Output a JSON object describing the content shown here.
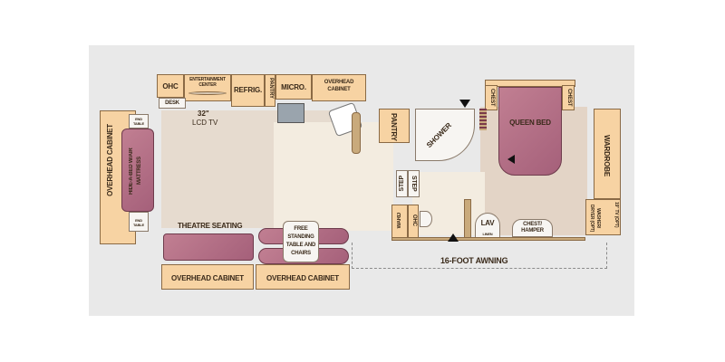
{
  "diagram": {
    "type": "RV fifth-wheel floor plan",
    "colors": {
      "background_panel": "#e9e9e9",
      "cabinet": "#f7d3a3",
      "cabinet_border": "#8a6a45",
      "bed_fabric": "#b06e86",
      "floor_living": "#e6dbcf",
      "floor_kitchen": "#f3ece0",
      "text": "#3a2a1a"
    },
    "labels": {
      "ohc": "OHC",
      "entertainment_center": "ENTERTAINMENT CENTER",
      "desk": "DESK",
      "refrig": "REFRIG.",
      "pantry_small": "PANTRY",
      "micro": "MICRO.",
      "overhead_cabinet_kitchen": "OVERHEAD CABINET",
      "lcd_tv_size": "32\"",
      "lcd_tv": "LCD TV",
      "pantry": "PANTRY",
      "shower": "SHOWER",
      "step_1": "STEP",
      "step_2": "STEP",
      "chest_left": "CHEST",
      "chest_right": "CHEST",
      "queen_bed": "QUEEN BED",
      "wardrobe": "WARDROBE",
      "tv_opt": "19\" TV (OPT)",
      "washer_dryer": "WASHER/ DRYER (OPT)",
      "overhead_cabinet_left": "OVERHEAD CABINET",
      "end_table_top": "END TABLE",
      "end_table_bottom": "END TABLE",
      "hide_a_bed": "HIDE-A-BED W/AIR MATTRESS",
      "theatre_seating": "THEATRE SEATING",
      "free_standing": "FREE STANDING TABLE AND CHAIRS",
      "overhead_cabinet_bottom_1": "OVERHEAD CABINET",
      "overhead_cabinet_bottom_2": "OVERHEAD CABINET",
      "ward": "WARD",
      "ohc_bath": "OHC",
      "lav": "LAV",
      "lav_sub": "LINEN",
      "chest_hamper": "CHEST/ HAMPER",
      "awning": "16-FOOT AWNING"
    }
  }
}
